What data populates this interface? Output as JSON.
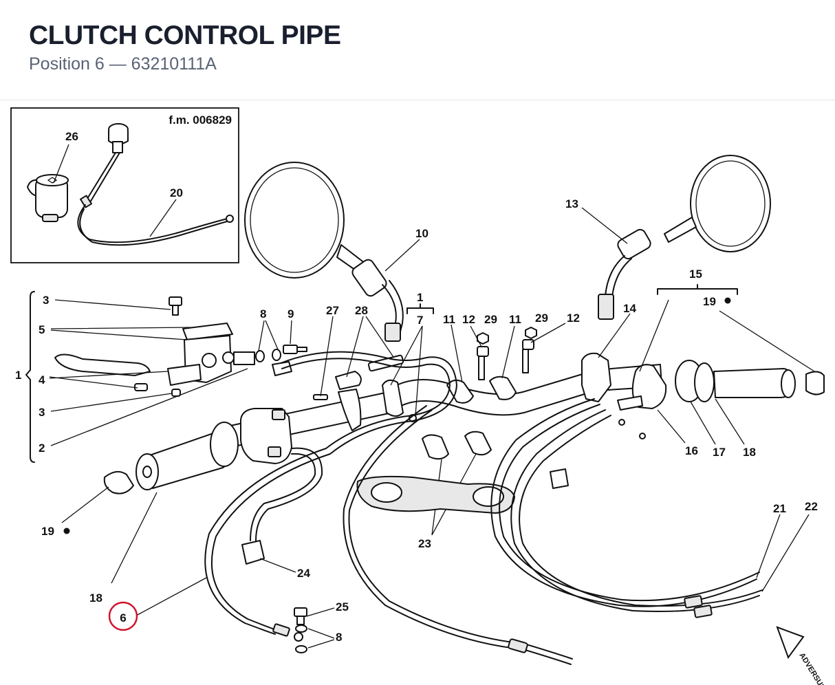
{
  "header": {
    "title": "CLUTCH CONTROL PIPE",
    "subtitle": "Position 6 — 63210111A"
  },
  "inset": {
    "code": "f.m. 006829"
  },
  "brand": {
    "text": "ADVERSUS"
  },
  "highlight": {
    "position": "6",
    "color": "#d0142c"
  },
  "callouts": {
    "c26": "26",
    "c20": "20",
    "c10": "10",
    "c13": "13",
    "c15": "15",
    "c19a": "19",
    "c19b": "19",
    "c3a": "3",
    "c3b": "3",
    "c5": "5",
    "c4": "4",
    "c2": "2",
    "c1side": "1",
    "c1top": "1",
    "c8a": "8",
    "c9": "9",
    "c27": "27",
    "c28": "28",
    "c7": "7",
    "c11a": "11",
    "c12a": "12",
    "c29a": "29",
    "c11b": "11",
    "c29b": "29",
    "c12b": "12",
    "c14": "14",
    "c16": "16",
    "c17": "17",
    "c18a": "18",
    "c18b": "18",
    "c21": "21",
    "c22": "22",
    "c23": "23",
    "c24": "24",
    "c25": "25",
    "c8b": "8"
  }
}
